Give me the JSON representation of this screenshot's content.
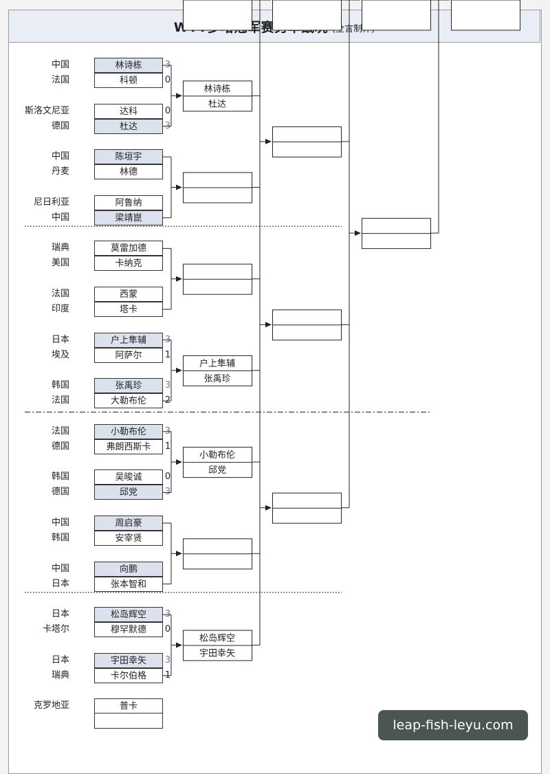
{
  "header": {
    "title": "WTT多哈冠军赛男单战况",
    "subtitle": "(全言制作)"
  },
  "first_round": [
    {
      "a": {
        "country": "中国",
        "name": "林诗栋",
        "score": "3",
        "win": true
      },
      "b": {
        "country": "法国",
        "name": "科顿",
        "score": "0",
        "win": false
      }
    },
    {
      "a": {
        "country": "斯洛文尼亚",
        "name": "达科",
        "score": "0",
        "win": false
      },
      "b": {
        "country": "德国",
        "name": "杜达",
        "score": "3",
        "win": true
      }
    },
    {
      "a": {
        "country": "中国",
        "name": "陈垣宇",
        "score": "",
        "win": true
      },
      "b": {
        "country": "丹麦",
        "name": "林德",
        "score": "",
        "win": false
      }
    },
    {
      "a": {
        "country": "尼日利亚",
        "name": "阿鲁纳",
        "score": "",
        "win": false
      },
      "b": {
        "country": "中国",
        "name": "梁靖崑",
        "score": "",
        "win": true
      }
    },
    {
      "a": {
        "country": "瑞典",
        "name": "莫雷加德",
        "score": "",
        "win": false
      },
      "b": {
        "country": "美国",
        "name": "卡纳克",
        "score": "",
        "win": false
      }
    },
    {
      "a": {
        "country": "法国",
        "name": "西蒙",
        "score": "",
        "win": false
      },
      "b": {
        "country": "印度",
        "name": "塔卡",
        "score": "",
        "win": false
      }
    },
    {
      "a": {
        "country": "日本",
        "name": "户上隼辅",
        "score": "3",
        "win": true
      },
      "b": {
        "country": "埃及",
        "name": "阿萨尔",
        "score": "1",
        "win": false
      }
    },
    {
      "a": {
        "country": "韩国",
        "name": "张禹珍",
        "score": "3",
        "win": true
      },
      "b": {
        "country": "法国",
        "name": "大勒布伦",
        "score": "2",
        "win": false
      }
    },
    {
      "a": {
        "country": "法国",
        "name": "小勒布伦",
        "score": "3",
        "win": true
      },
      "b": {
        "country": "德国",
        "name": "弗朗西斯卡",
        "score": "1",
        "win": false
      }
    },
    {
      "a": {
        "country": "韩国",
        "name": "吴晙诚",
        "score": "0",
        "win": false
      },
      "b": {
        "country": "德国",
        "name": "邱党",
        "score": "3",
        "win": true
      }
    },
    {
      "a": {
        "country": "中国",
        "name": "周启豪",
        "score": "",
        "win": true
      },
      "b": {
        "country": "韩国",
        "name": "安宰贤",
        "score": "",
        "win": false
      }
    },
    {
      "a": {
        "country": "中国",
        "name": "向鹏",
        "score": "",
        "win": true
      },
      "b": {
        "country": "日本",
        "name": "张本智和",
        "score": "",
        "win": false
      }
    },
    {
      "a": {
        "country": "日本",
        "name": "松岛辉空",
        "score": "3",
        "win": true
      },
      "b": {
        "country": "卡塔尔",
        "name": "穆罕默德",
        "score": "0",
        "win": false
      }
    },
    {
      "a": {
        "country": "日本",
        "name": "宇田幸矢",
        "score": "3",
        "win": true
      },
      "b": {
        "country": "瑞典",
        "name": "卡尔伯格",
        "score": "1",
        "win": false
      }
    },
    {
      "a": {
        "country": "克罗地亚",
        "name": "普卡",
        "score": "",
        "win": false
      },
      "b": {
        "country": "",
        "name": "",
        "score": "",
        "win": false
      }
    }
  ],
  "second_round": [
    {
      "a": "林诗栋",
      "b": "杜达"
    },
    {
      "a": "",
      "b": ""
    },
    {
      "a": "",
      "b": ""
    },
    {
      "a": "户上隼辅",
      "b": "张禹珍"
    },
    {
      "a": "小勒布伦",
      "b": "邱党"
    },
    {
      "a": "",
      "b": ""
    },
    {
      "a": "松岛辉空",
      "b": "宇田幸矢"
    },
    {
      "a": "",
      "b": ""
    }
  ],
  "watermark": {
    "text": "leap-fish-leyu.com"
  },
  "colors": {
    "winner_fill": "#dbe2ee",
    "winner_score": "#8a6a9a",
    "line": "#222222"
  }
}
